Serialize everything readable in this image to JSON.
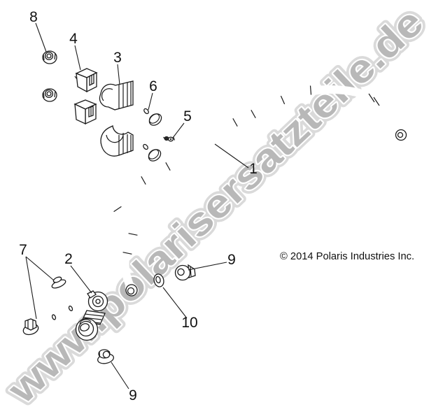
{
  "watermark": {
    "text": "www.polarisersatzteile.de"
  },
  "copyright": "© 2014 Polaris Industries Inc.",
  "callouts": {
    "c8": "8",
    "c4": "4",
    "c3": "3",
    "c6": "6",
    "c5": "5",
    "c1": "1",
    "c7": "7",
    "c2": "2",
    "c9_right": "9",
    "c10": "10",
    "c9_bottom": "9"
  },
  "colors": {
    "background": "#ffffff",
    "line_art": "#1b1b1b",
    "watermark_fill": "#b3b3b3",
    "watermark_outline": "#ffffff",
    "watermark_halo": "#d7d7d7"
  }
}
